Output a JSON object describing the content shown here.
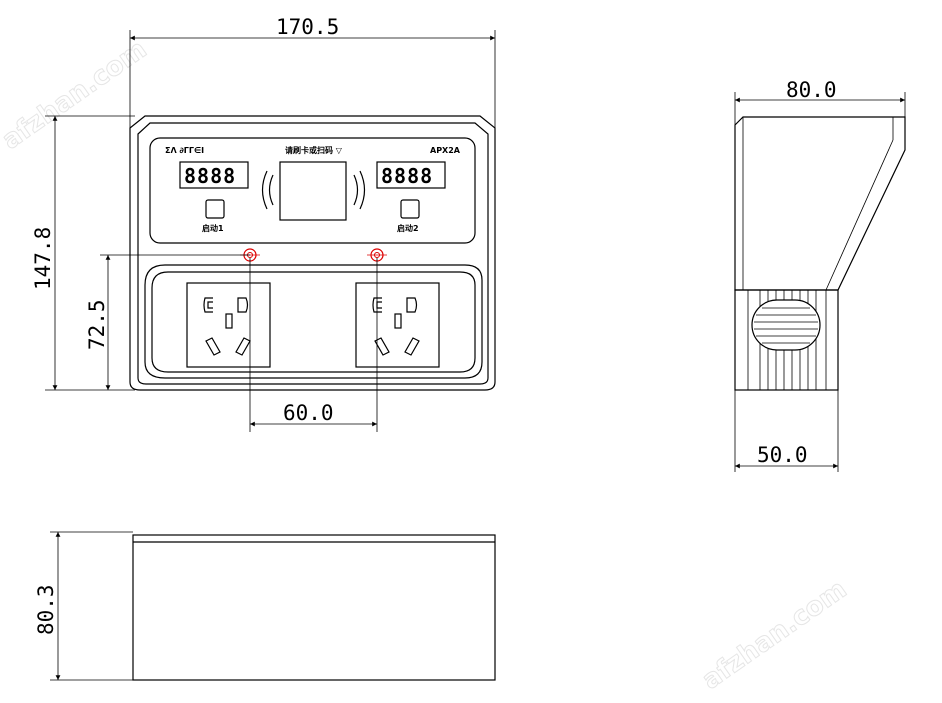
{
  "dimensions": {
    "front_width": "170.5",
    "front_height": "147.8",
    "outlet_height": "72.5",
    "outlet_spacing": "60.0",
    "side_top_width": "80.0",
    "side_bottom_width": "50.0",
    "bottom_height": "80.3"
  },
  "panel": {
    "brand_text": "ΣΛ ∂ΓΓ∈Ι",
    "instruction_text": "请刷卡或扫码 ▽",
    "model": "APX2A",
    "display_left": "8888",
    "display_right": "8888",
    "button_left_label": "启动1",
    "button_right_label": "启动2"
  },
  "watermark": "afzhan.com"
}
